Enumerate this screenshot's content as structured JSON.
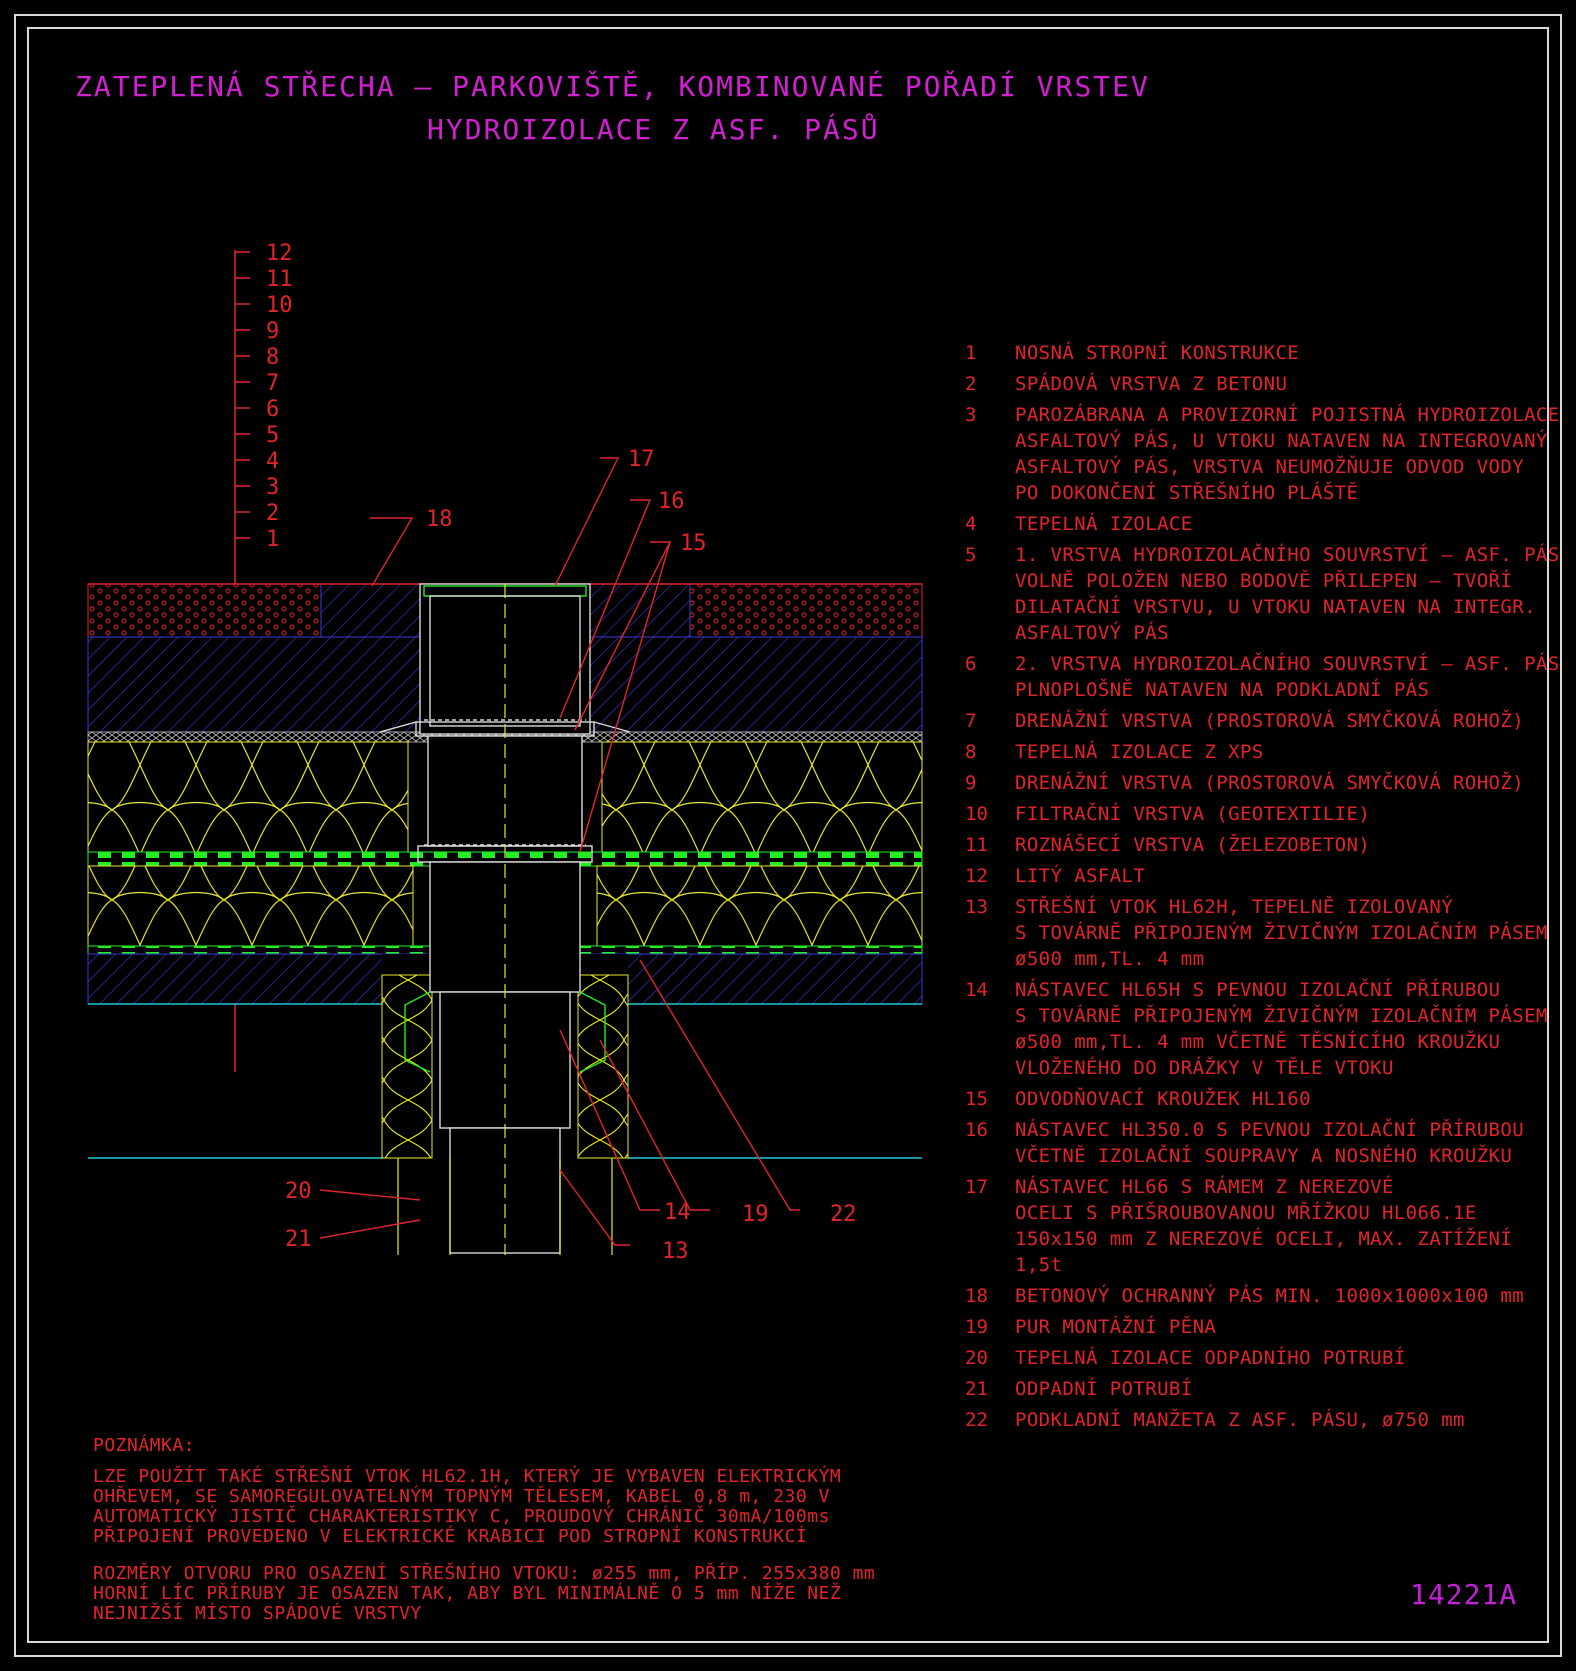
{
  "title": {
    "line1": "ZATEPLENÁ STŘECHA – PARKOVIŠTĚ, KOMBINOVANÉ POŘADÍ VRSTEV",
    "line2": "HYDROIZOLACE Z ASF. PÁSŮ"
  },
  "scale_labels": [
    "12",
    "11",
    "10",
    "9",
    "8",
    "7",
    "6",
    "5",
    "4",
    "3",
    "2",
    "1"
  ],
  "callouts": {
    "c17": "17",
    "c16": "16",
    "c15": "15",
    "c18": "18",
    "c14": "14",
    "c19": "19",
    "c22": "22",
    "c13": "13",
    "c20": "20",
    "c21": "21"
  },
  "legend": [
    {
      "num": "1",
      "text": "NOSNÁ STROPNÍ KONSTRUKCE"
    },
    {
      "num": "2",
      "text": "SPÁDOVÁ VRSTVA Z BETONU"
    },
    {
      "num": "3",
      "text": "PAROZÁBRANA A PROVIZORNÍ POJISTNÁ HYDROIZOLACE\nASFALTOVÝ PÁS, U VTOKU NATAVEN NA INTEGROVANÝ\nASFALTOVÝ PÁS, VRSTVA NEUMOŽŇUJE ODVOD VODY\nPO DOKONČENÍ STŘEŠNÍHO PLÁŠTĚ"
    },
    {
      "num": "4",
      "text": "TEPELNÁ IZOLACE"
    },
    {
      "num": "5",
      "text": "1. VRSTVA HYDROIZOLAČNÍHO SOUVRSTVÍ – ASF. PÁS\nVOLNĚ POLOŽEN NEBO BODOVĚ PŘILEPEN – TVOŘÍ\nDILATAČNÍ VRSTVU, U VTOKU NATAVEN NA INTEGR.\nASFALTOVÝ PÁS"
    },
    {
      "num": "6",
      "text": "2. VRSTVA HYDROIZOLAČNÍHO SOUVRSTVÍ – ASF. PÁS\nPLNOPLOŠNĚ NATAVEN NA PODKLADNÍ PÁS"
    },
    {
      "num": "7",
      "text": "DRENÁŽNÍ VRSTVA (PROSTOROVÁ SMYČKOVÁ ROHOŽ)"
    },
    {
      "num": "8",
      "text": "TEPELNÁ IZOLACE Z XPS"
    },
    {
      "num": "9",
      "text": "DRENÁŽNÍ VRSTVA (PROSTOROVÁ SMYČKOVÁ ROHOŽ)"
    },
    {
      "num": "10",
      "text": "FILTRAČNÍ VRSTVA (GEOTEXTILIE)"
    },
    {
      "num": "11",
      "text": "ROZNÁŠECÍ VRSTVA (ŽELEZOBETON)"
    },
    {
      "num": "12",
      "text": "LITÝ ASFALT"
    },
    {
      "num": "13",
      "text": "STŘEŠNÍ VTOK HL62H, TEPELNĚ IZOLOVANÝ\nS TOVÁRNĚ PŘIPOJENÝM ŽIVIČNÝM IZOLAČNÍM PÁSEM\nø500 mm,TL. 4 mm"
    },
    {
      "num": "14",
      "text": "NÁSTAVEC HL65H S PEVNOU IZOLAČNÍ PŘÍRUBOU\nS TOVÁRNĚ PŘIPOJENÝM ŽIVIČNÝM IZOLAČNÍM PÁSEM\nø500 mm,TL. 4 mm VČETNĚ TĚSNÍCÍHO KROUŽKU\nVLOŽENÉHO DO DRÁŽKY V TĚLE VTOKU"
    },
    {
      "num": "15",
      "text": "ODVODŇOVACÍ KROUŽEK HL160"
    },
    {
      "num": "16",
      "text": "NÁSTAVEC HL350.0 S PEVNOU IZOLAČNÍ PŘÍRUBOU\nVČETNĚ IZOLAČNÍ SOUPRAVY A NOSNÉHO KROUŽKU"
    },
    {
      "num": "17",
      "text": "NÁSTAVEC HL66 S RÁMEM Z NEREZOVÉ\nOCELI S PŘIŠROUBOVANOU MŘÍŽKOU HL066.1E\n150x150 mm Z NEREZOVÉ OCELI, MAX. ZATÍŽENÍ 1,5t"
    },
    {
      "num": "18",
      "text": "BETONOVÝ OCHRANNÝ PÁS MIN. 1000x1000x100 mm"
    },
    {
      "num": "19",
      "text": "PUR MONTÁŽNÍ PĚNA"
    },
    {
      "num": "20",
      "text": "TEPELNÁ IZOLACE ODPADNÍHO POTRUBÍ"
    },
    {
      "num": "21",
      "text": "ODPADNÍ POTRUBÍ"
    },
    {
      "num": "22",
      "text": "PODKLADNÍ MANŽETA Z ASF. PÁSU, ø750 mm"
    }
  ],
  "note": {
    "title": "POZNÁMKA:",
    "p1": "LZE POUŽÍT TAKÉ STŘEŠNÍ VTOK HL62.1H, KTERÝ JE VYBAVEN ELEKTRICKÝM\nOHŘEVEM, SE SAMOREGULOVATELNÝM TOPNÝM TĚLESEM, KABEL 0,8 m, 230 V\nAUTOMATICKÝ JISTIČ CHARAKTERISTIKY C, PROUDOVÝ CHRÁNIČ 30mA/100ms\nPŘIPOJENÍ PROVEDENO V ELEKTRICKÉ KRABICI POD STROPNÍ KONSTRUKCÍ",
    "p2": "ROZMĚRY OTVORU PRO OSAZENÍ STŘEŠNÍHO VTOKU: ø255 mm, PŘÍP. 255x380 mm\nHORNÍ LÍC PŘÍRUBY JE OSAZEN TAK, ABY BYL MINIMÁLNĚ O 5 mm NÍŽE NEŽ\nNEJNIŽŠÍ MÍSTO SPÁDOVÉ VRSTVY"
  },
  "drawing_number": "14221A",
  "colors": {
    "frame": "#d9d9d9",
    "title": "#d21fd2",
    "text_red": "#e0242a",
    "concrete_blue": "#3a3ad8",
    "insulation_yellow": "#e8e82a",
    "drainage_green": "#22ee22",
    "geotextile_cyan": "#20c8d8"
  }
}
